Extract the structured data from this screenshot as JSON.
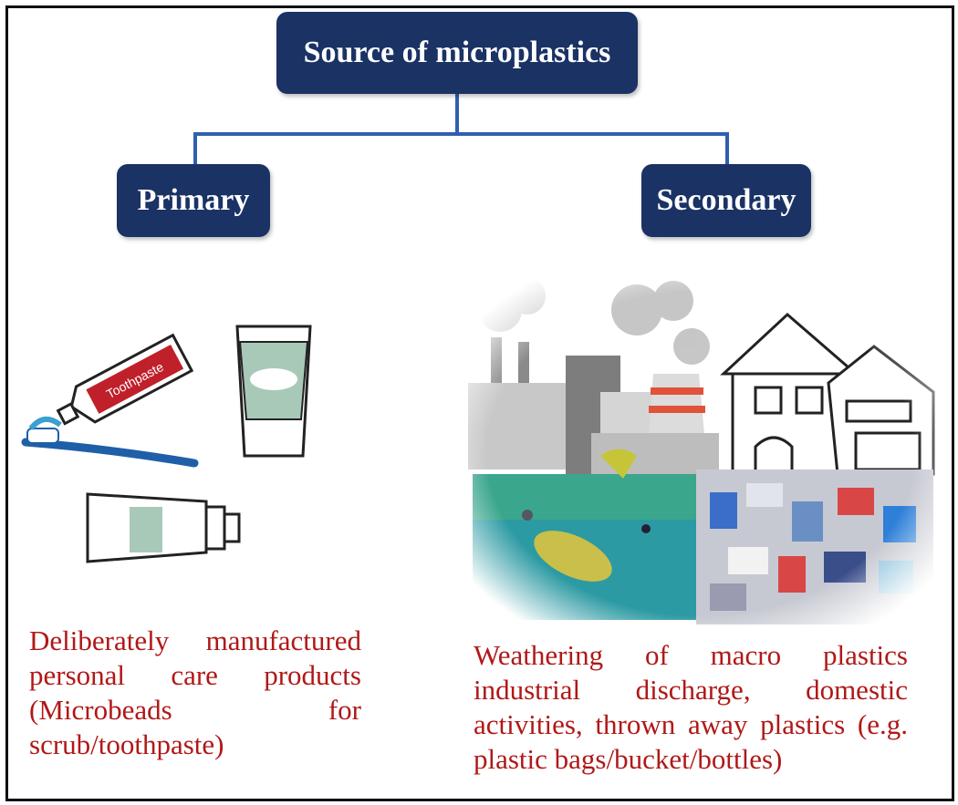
{
  "diagram": {
    "title": "Source of microplastics",
    "primary": {
      "label": "Primary",
      "description": "Deliberately manufactured personal care products (Microbeads for scrub/toothpaste)",
      "toothpaste_tube_text": "Toothpaste"
    },
    "secondary": {
      "label": "Secondary",
      "description": "Weathering of macro plastics industrial discharge, domestic activities, thrown away plastics (e.g. plastic bags/bucket/bottles)"
    }
  },
  "colors": {
    "box_fill": "#1a3264",
    "box_text": "#ffffff",
    "connector": "#2f5fb0",
    "description_text": "#b01818"
  }
}
